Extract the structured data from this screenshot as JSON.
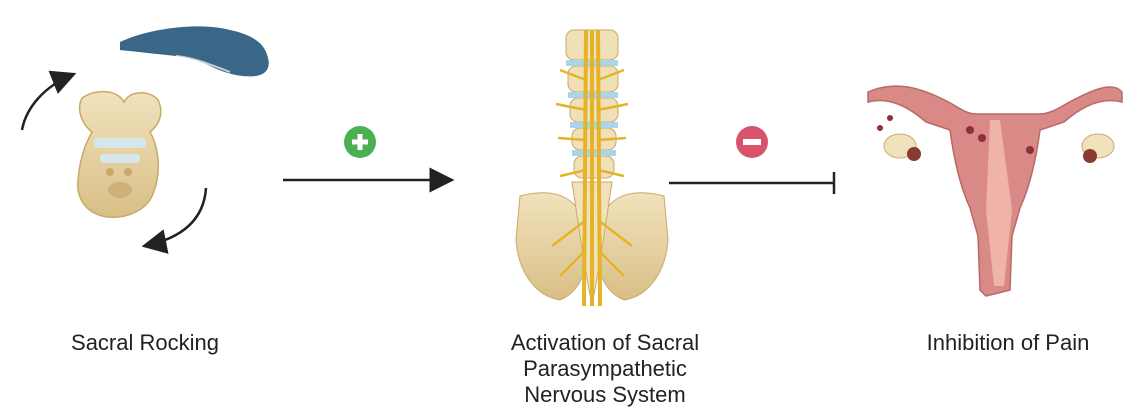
{
  "captions": {
    "sacral_rocking": "Sacral Rocking",
    "activation_line1": "Activation of Sacral",
    "activation_line2": "Parasympathetic",
    "activation_line3": "Nervous System",
    "inhibition": "Inhibition of Pain"
  },
  "symbols": {
    "plus": {
      "icon": "plus-circle-icon",
      "color": "#4caf50"
    },
    "minus": {
      "icon": "minus-circle-icon",
      "color": "#d9546b"
    }
  },
  "colors": {
    "hand": "#3a6688",
    "bone": "#e8d3a4",
    "nerve": "#e3b32a",
    "disc": "#a9d4ea",
    "uterus": "#d98a86",
    "arrow": "#222222"
  }
}
